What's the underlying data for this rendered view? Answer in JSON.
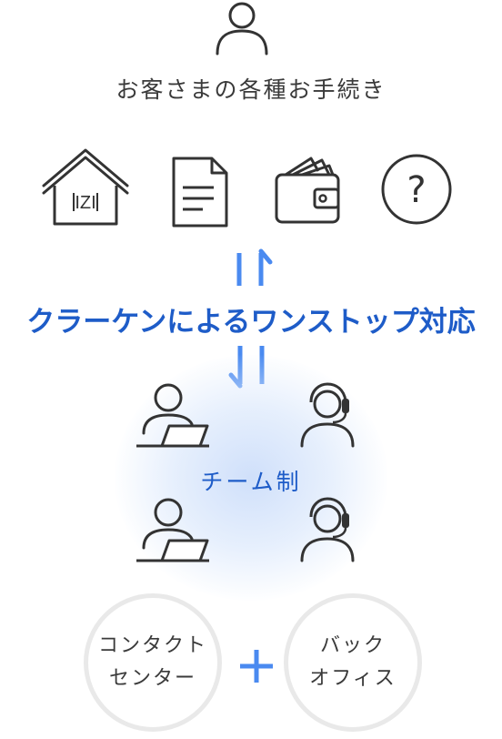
{
  "customer": {
    "label": "お客さまの各種お手続き"
  },
  "service_icons": [
    {
      "name": "house-icon",
      "sign_text": "IZI"
    },
    {
      "name": "document-icon"
    },
    {
      "name": "wallet-icon"
    },
    {
      "name": "question-icon",
      "glyph": "?"
    }
  ],
  "headline": "クラーケンによるワンストップ対応",
  "team": {
    "label": "チーム制",
    "members": [
      {
        "name": "person-laptop-icon"
      },
      {
        "name": "person-headset-icon"
      },
      {
        "name": "person-laptop-icon"
      },
      {
        "name": "person-headset-icon"
      }
    ]
  },
  "departments": {
    "left": {
      "line1": "コンタクト",
      "line2": "センター"
    },
    "plus": "+",
    "right": {
      "line1": "バック",
      "line2": "オフィス"
    }
  },
  "colors": {
    "accent_blue": "#1e5cc8",
    "arrow_blue": "#4a8af0",
    "icon_dark": "#333333",
    "circle_border": "#e9e9e9"
  }
}
